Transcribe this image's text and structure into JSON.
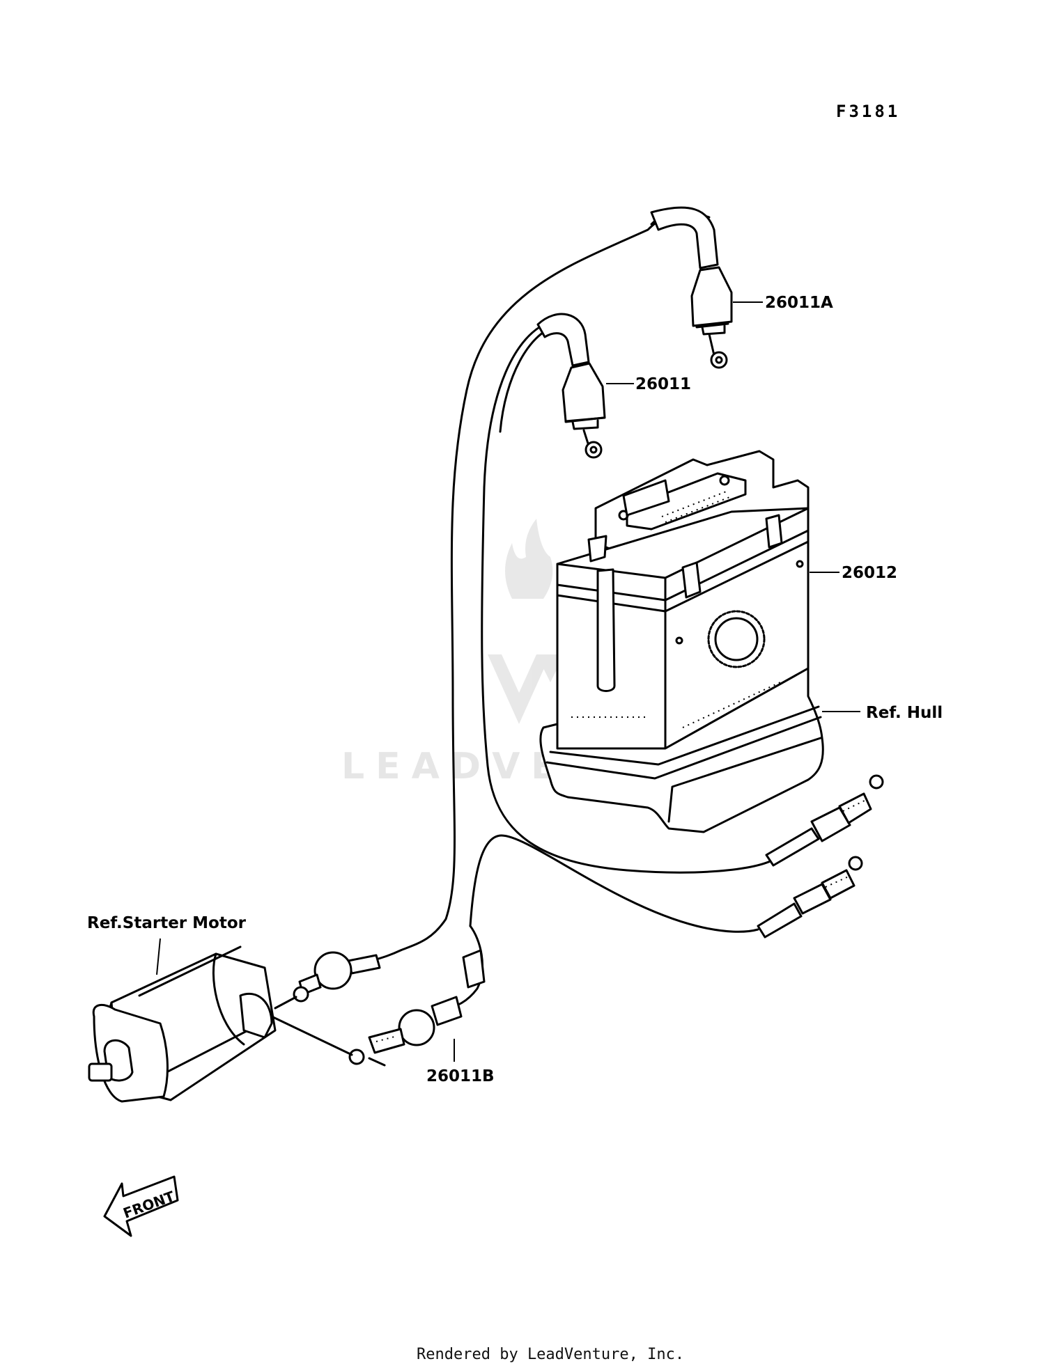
{
  "figure_code": "F3181",
  "callouts": {
    "cable_a": "26011A",
    "cable": "26011",
    "battery": "26012",
    "hull": "Ref. Hull",
    "starter_motor": "Ref.Starter Motor",
    "cable_b": "26011B"
  },
  "front_arrow": "FRONT",
  "watermark": "LEADVENTURE",
  "footer": "Rendered by LeadVenture, Inc."
}
